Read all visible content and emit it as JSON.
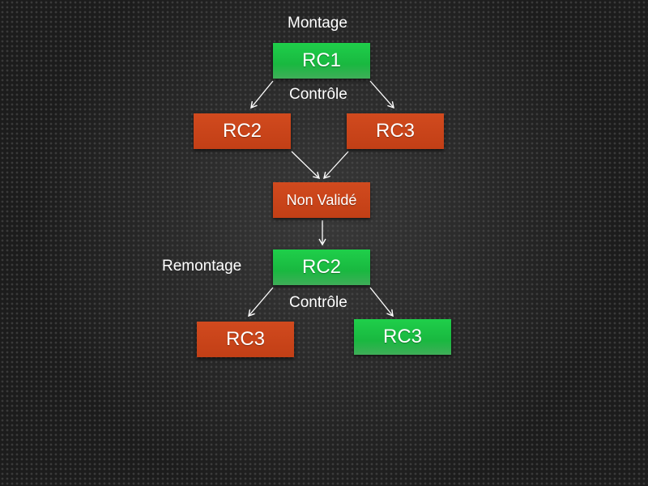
{
  "diagram": {
    "labels": {
      "montage": "Montage",
      "controle_top": "Contrôle",
      "remontage": "Remontage",
      "controle_bottom": "Contrôle"
    },
    "nodes": {
      "rc1_top": {
        "text": "RC1",
        "status": "green"
      },
      "rc2_left": {
        "text": "RC2",
        "status": "red"
      },
      "rc3_right": {
        "text": "RC3",
        "status": "red"
      },
      "non_valide": {
        "text": "Non Validé",
        "status": "red"
      },
      "rc2_remontage": {
        "text": "RC2",
        "status": "green"
      },
      "rc3_bottom_left": {
        "text": "RC3",
        "status": "red"
      },
      "rc3_bottom_right": {
        "text": "RC3",
        "status": "green"
      }
    },
    "colors": {
      "background": "#1c1c1c",
      "green": "#1ec84a",
      "red": "#c8431a",
      "arrow": "#ffffff",
      "text": "#ffffff"
    }
  }
}
